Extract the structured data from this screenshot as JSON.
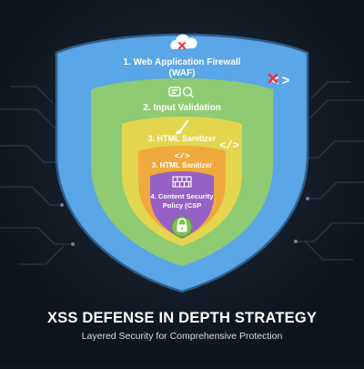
{
  "title": "XSS DEFENSE IN DEPTH STRATEGY",
  "subtitle": "Layered Security for Comprehensive Protection",
  "layers": [
    {
      "line1": "1. Web Application Firewall",
      "line2": "(WAF)",
      "icon": "cloud-blocked-icon"
    },
    {
      "line1": "2. Input Validation",
      "icon": "input-validation-icon"
    },
    {
      "line1": "3. HTML Sanitizer",
      "icon": "code-brush-icon"
    },
    {
      "line1": "3. HTML Sanitizer",
      "icon": "code-tag-icon"
    },
    {
      "line1": "4. Content Security",
      "line2": "Policy (CSP",
      "icon": "firewall-icon"
    }
  ],
  "side_badges": {
    "blocked_code": "<X>",
    "code_tag": "</>"
  },
  "inner_code_tag": "</>",
  "colors": {
    "background": "#10161f",
    "layer1": "#5aa6e6",
    "layer2": "#8fcb72",
    "layer3": "#e3d64e",
    "layer4": "#f0a93c",
    "layer5": "#9661c4",
    "lock_badge": "#7cc152",
    "danger": "#e8383d"
  }
}
